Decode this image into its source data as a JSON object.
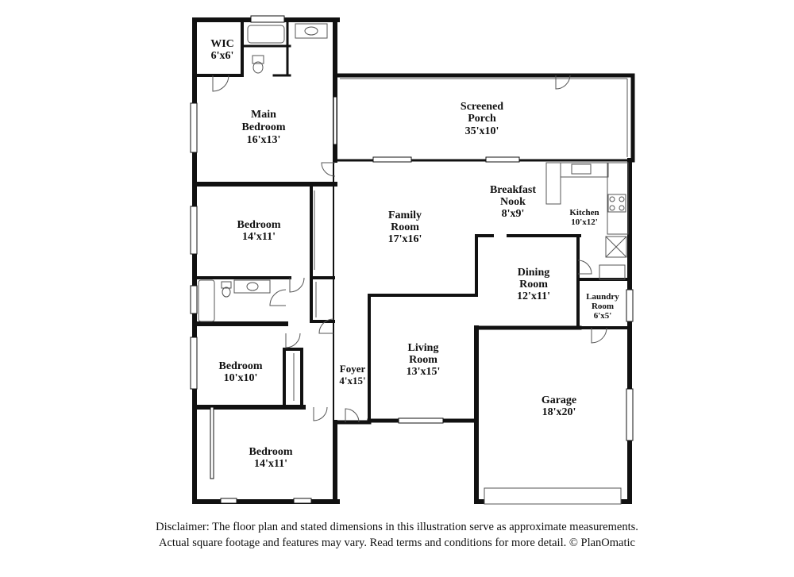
{
  "rooms": [
    {
      "name": "WIC",
      "size": "6'x6'"
    },
    {
      "name": "Main Bedroom",
      "lines": [
        "Main",
        "Bedroom"
      ],
      "size": "16'x13'"
    },
    {
      "name": "Screened Porch",
      "lines": [
        "Screened",
        "Porch"
      ],
      "size": "35'x10'"
    },
    {
      "name": "Bedroom",
      "size": "14'x11'"
    },
    {
      "name": "Family Room",
      "lines": [
        "Family",
        "Room"
      ],
      "size": "17'x16'"
    },
    {
      "name": "Breakfast Nook",
      "lines": [
        "Breakfast",
        "Nook"
      ],
      "size": "8'x9'"
    },
    {
      "name": "Kitchen",
      "size": "10'x12'"
    },
    {
      "name": "Dining Room",
      "lines": [
        "Dining",
        "Room"
      ],
      "size": "12'x11'"
    },
    {
      "name": "Laundry Room",
      "lines": [
        "Laundry",
        "Room"
      ],
      "size": "6'x5'"
    },
    {
      "name": "Bedroom",
      "size": "10'x10'"
    },
    {
      "name": "Foyer",
      "size": "4'x15'"
    },
    {
      "name": "Living Room",
      "lines": [
        "Living",
        "Room"
      ],
      "size": "13'x15'"
    },
    {
      "name": "Garage",
      "size": "18'x20'"
    },
    {
      "name": "Bedroom",
      "size": "14'x11'"
    }
  ],
  "disclaimer": {
    "line1": "Disclaimer: The floor plan and stated dimensions in this illustration serve as approximate measurements.",
    "line2": "Actual square footage and features may vary. Read terms and conditions for more detail. © PlanOmatic"
  },
  "colors": {
    "wall": "#111111",
    "background": "#ffffff",
    "fixture": "#555555"
  }
}
